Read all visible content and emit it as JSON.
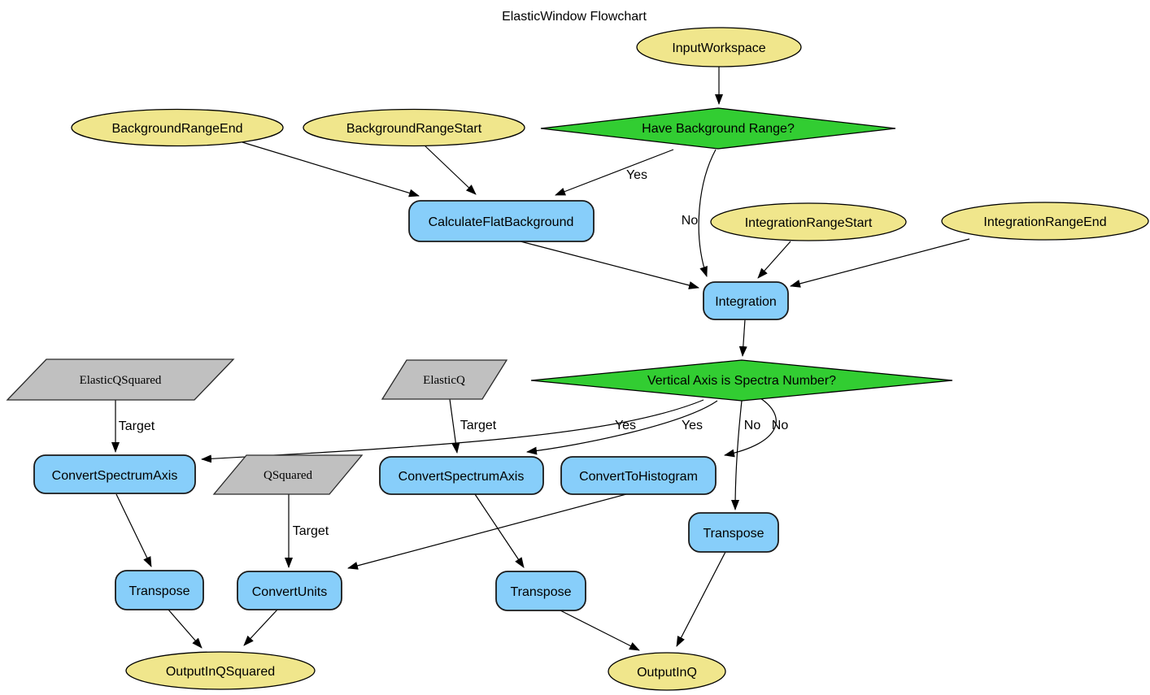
{
  "title": "ElasticWindow Flowchart",
  "colors": {
    "parameter_fill": "#f0e68c",
    "decision_fill": "#32cd32",
    "process_fill": "#87cefa",
    "value_fill": "#c0c0c0",
    "edge_stroke": "#000000",
    "background": "#ffffff"
  },
  "nodes": {
    "input_workspace": {
      "label": "InputWorkspace",
      "type": "parameter"
    },
    "background_range_end": {
      "label": "BackgroundRangeEnd",
      "type": "parameter"
    },
    "background_range_start": {
      "label": "BackgroundRangeStart",
      "type": "parameter"
    },
    "have_background_range": {
      "label": "Have Background Range?",
      "type": "decision"
    },
    "calculate_flat_background": {
      "label": "CalculateFlatBackground",
      "type": "process"
    },
    "integration_range_start": {
      "label": "IntegrationRangeStart",
      "type": "parameter"
    },
    "integration_range_end": {
      "label": "IntegrationRangeEnd",
      "type": "parameter"
    },
    "integration": {
      "label": "Integration",
      "type": "process"
    },
    "vertical_axis_is_spectra_number": {
      "label": "Vertical Axis is Spectra Number?",
      "type": "decision"
    },
    "elastic_q_squared": {
      "label": "ElasticQSquared",
      "type": "value"
    },
    "elastic_q": {
      "label": "ElasticQ",
      "type": "value"
    },
    "q_squared": {
      "label": "QSquared",
      "type": "value"
    },
    "convert_spectrum_axis_left": {
      "label": "ConvertSpectrumAxis",
      "type": "process"
    },
    "convert_spectrum_axis_mid": {
      "label": "ConvertSpectrumAxis",
      "type": "process"
    },
    "convert_to_histogram": {
      "label": "ConvertToHistogram",
      "type": "process"
    },
    "transpose_right": {
      "label": "Transpose",
      "type": "process"
    },
    "transpose_left": {
      "label": "Transpose",
      "type": "process"
    },
    "convert_units": {
      "label": "ConvertUnits",
      "type": "process"
    },
    "transpose_mid": {
      "label": "Transpose",
      "type": "process"
    },
    "output_in_q_squared": {
      "label": "OutputInQSquared",
      "type": "parameter"
    },
    "output_in_q": {
      "label": "OutputInQ",
      "type": "parameter"
    }
  },
  "edge_labels": {
    "yes_background": "Yes",
    "no_background": "No",
    "target_elastic_q_squared": "Target",
    "target_elastic_q": "Target",
    "target_q_squared": "Target",
    "yes_spectra_left": "Yes",
    "yes_spectra_mid": "Yes",
    "no_spectra_transpose": "No",
    "no_spectra_histogram": "No"
  }
}
